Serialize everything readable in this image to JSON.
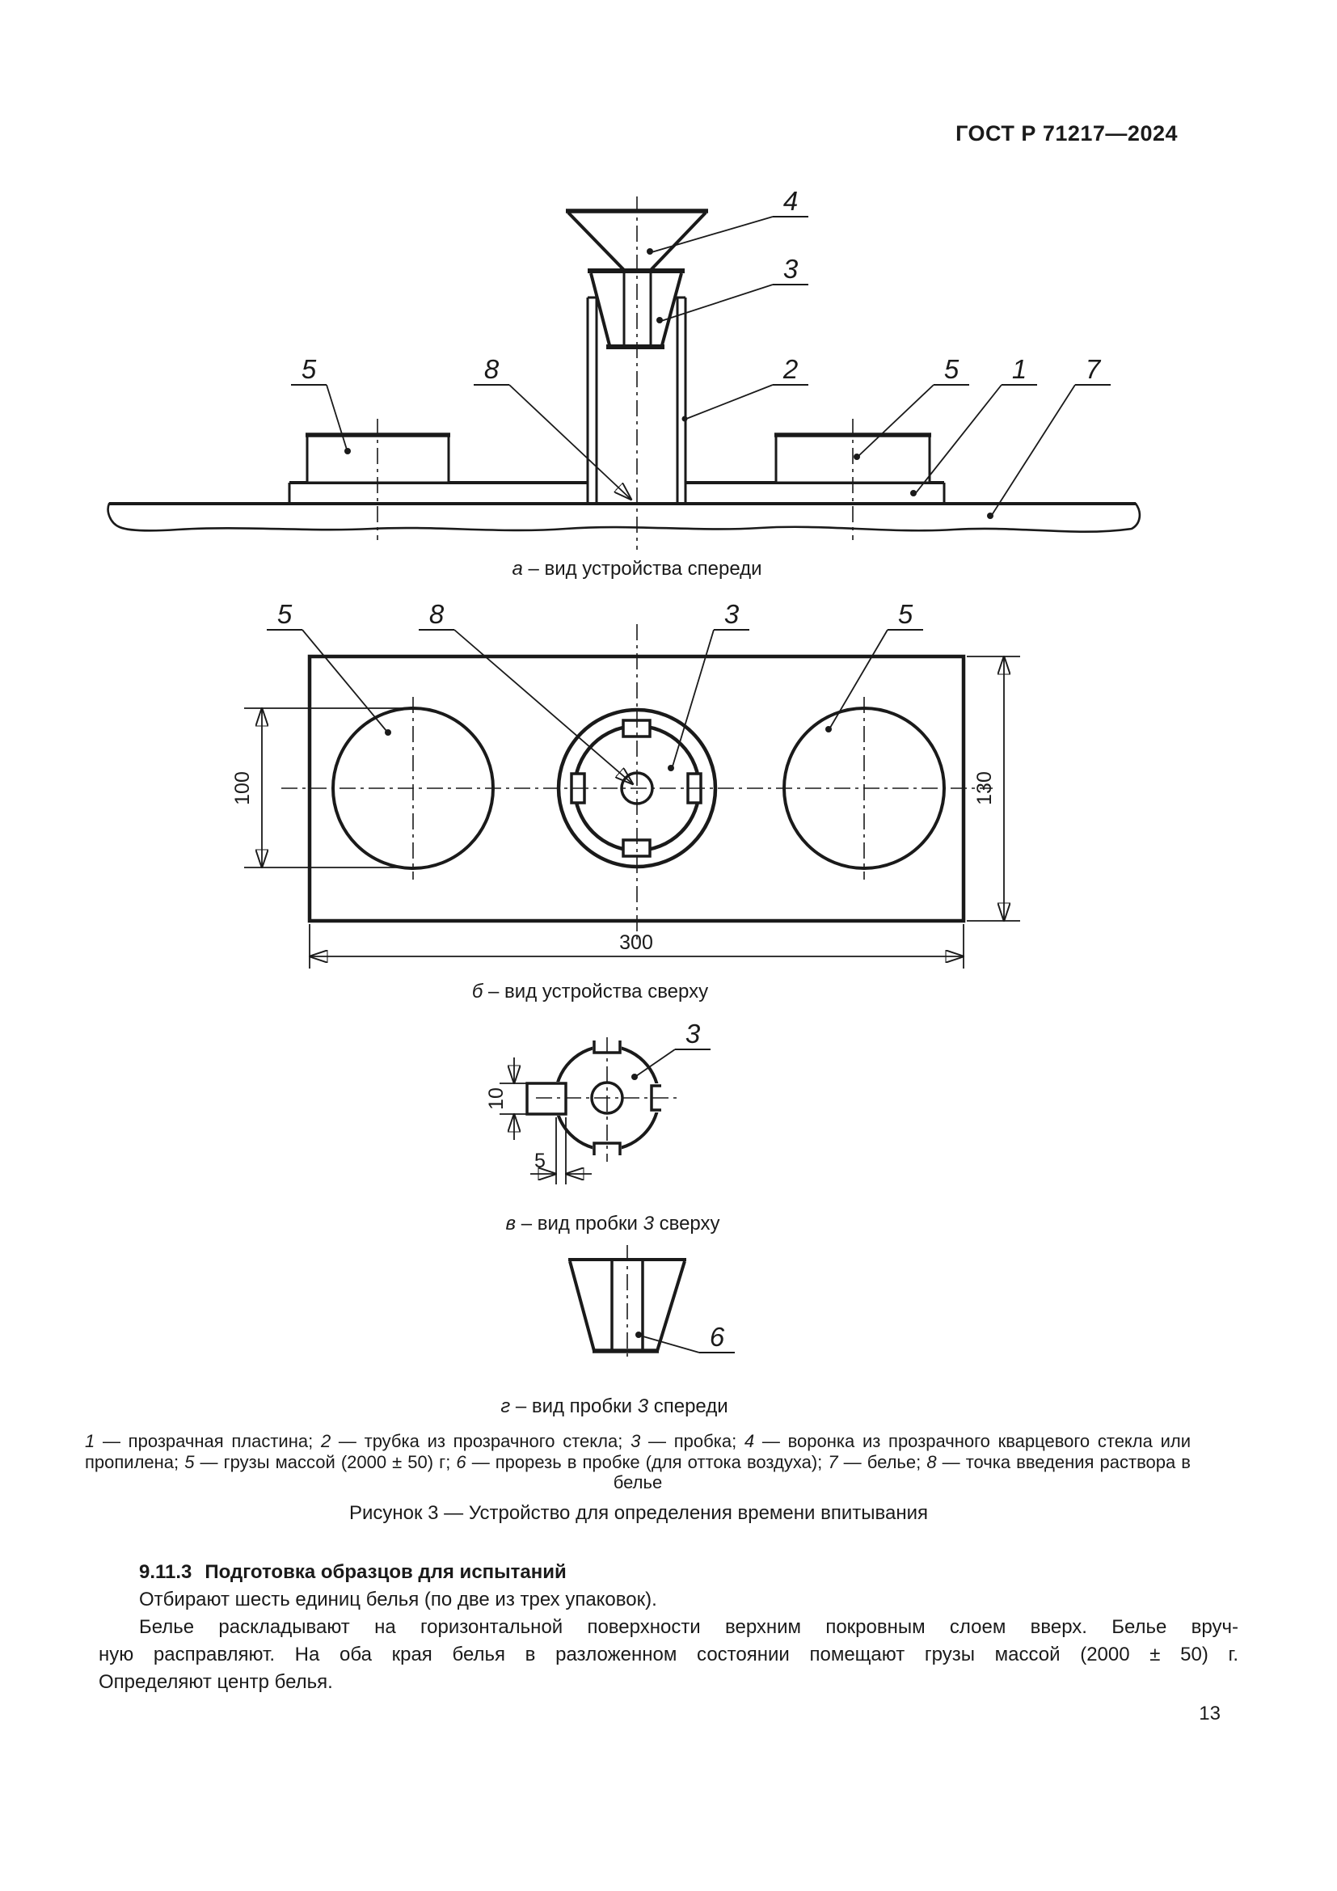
{
  "header": {
    "title": "ГОСТ Р 71217—2024"
  },
  "figures": {
    "a": {
      "caption": [
        {
          "t": "а",
          "i": true
        },
        {
          "t": " – вид устройства спереди",
          "i": false
        }
      ],
      "labels": {
        "funnel": "4",
        "plug": "3",
        "weight_left": "5",
        "point": "8",
        "tube": "2",
        "weight_right": "5",
        "plate": "1",
        "linen": "7"
      }
    },
    "b": {
      "caption": [
        {
          "t": "б",
          "i": true
        },
        {
          "t": " – вид устройства сверху",
          "i": false
        }
      ],
      "labels": {
        "weight_left": "5",
        "point": "8",
        "plug": "3",
        "weight_right": "5"
      },
      "dims": {
        "circle_d": "100",
        "plate_w": "130",
        "plate_l": "300"
      }
    },
    "v": {
      "caption": [
        {
          "t": "в",
          "i": true
        },
        {
          "t": " – вид пробки ",
          "i": false
        },
        {
          "t": "3",
          "i": true
        },
        {
          "t": " сверху",
          "i": false
        }
      ],
      "labels": {
        "plug": "3"
      },
      "dims": {
        "slot_len": "10",
        "slot_w": "5"
      }
    },
    "g": {
      "caption": [
        {
          "t": "г",
          "i": true
        },
        {
          "t": " – вид пробки ",
          "i": false
        },
        {
          "t": "3",
          "i": true
        },
        {
          "t": " спереди",
          "i": false
        }
      ],
      "labels": {
        "slot": "6"
      }
    }
  },
  "legend": [
    {
      "t": "1",
      "i": true
    },
    {
      "t": " — прозрачная пластина; ",
      "i": false
    },
    {
      "t": "2",
      "i": true
    },
    {
      "t": " — трубка из прозрачного стекла; ",
      "i": false
    },
    {
      "t": "3",
      "i": true
    },
    {
      "t": " — пробка; ",
      "i": false
    },
    {
      "t": "4",
      "i": true
    },
    {
      "t": " — воронка из прозрачного кварцевого стекла или пропилена; ",
      "i": false
    },
    {
      "t": "5",
      "i": true
    },
    {
      "t": " — грузы массой (2000 ± 50) г; ",
      "i": false
    },
    {
      "t": "6",
      "i": true
    },
    {
      "t": " — прорезь в пробке (для оттока воздуха); ",
      "i": false
    },
    {
      "t": "7",
      "i": true
    },
    {
      "t": " — белье; ",
      "i": false
    },
    {
      "t": "8",
      "i": true
    },
    {
      "t": " — точка введения раствора в белье",
      "i": false
    }
  ],
  "figure_caption": "Рисунок 3 — Устройство для определения времени впитывания",
  "section": {
    "number": "9.11.3",
    "title": "Подготовка образцов для испытаний"
  },
  "paragraphs": {
    "p1": "Отбирают шесть единиц белья (по две из трех упаковок).",
    "p2_l1": "Белье раскладывают на горизонтальной поверхности верхним покровным слоем вверх. Белье вруч-",
    "p2_l2": "ную расправляют. На оба края белья в разложенном состоянии помещают грузы массой (2000 ± 50) г.",
    "p2_l3": "Определяют центр белья."
  },
  "page_number": "13"
}
